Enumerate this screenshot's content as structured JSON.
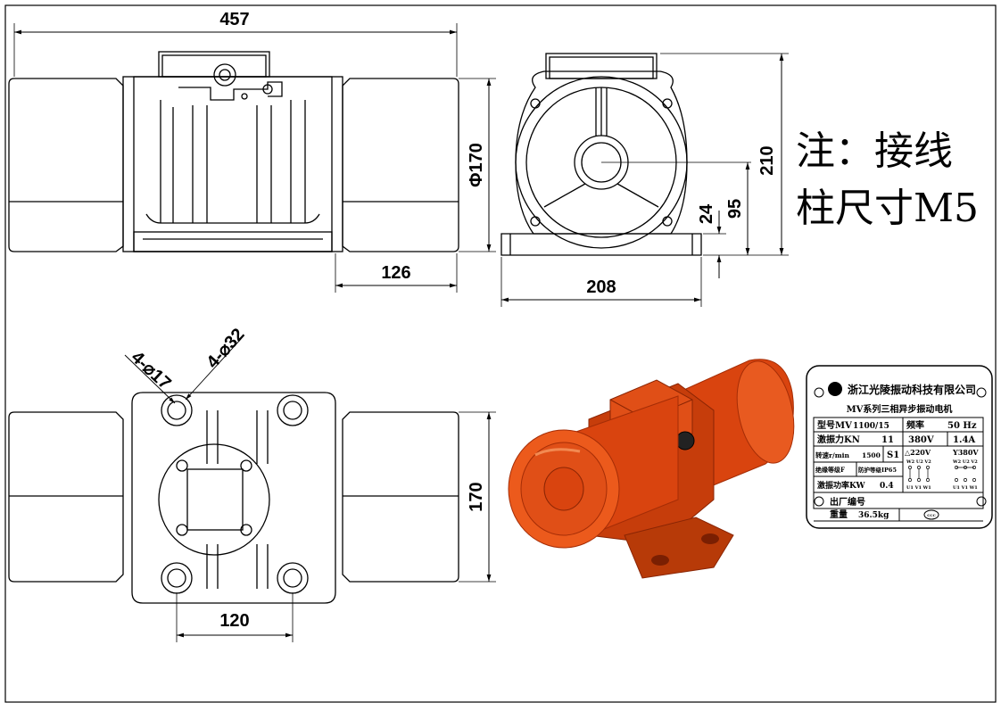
{
  "dimensions": {
    "overall_length": "457",
    "body_diameter": "Φ170",
    "end_to_mount": "126",
    "height": "210",
    "base_width": "208",
    "center_height": "95",
    "base_thickness": "24",
    "hole_small": "4-⌀17",
    "hole_large": "4-⌀32",
    "foot_spacing": "120",
    "foot_width": "170"
  },
  "note": {
    "line1": "注：接线",
    "line2": "柱尺寸M5"
  },
  "nameplate": {
    "company": "浙江光陵振动科技有限公司",
    "title": "MV系列三相异步振动电机",
    "model_label": "型号MV",
    "model_value": "1100/15",
    "freq_label": "频率",
    "freq_value": "50 Hz",
    "force_label": "激振力KN",
    "force_value": "11",
    "voltage_value": "380V",
    "current_value": "1.4A",
    "speed_label": "转速r/min",
    "speed_value": "1500",
    "duty": "S1",
    "delta_label": "△220V",
    "star_label": "Y380V",
    "insulation": "绝缘等级F",
    "protection": "防护等级IP65",
    "power_label": "激振功率KW",
    "power_value": "0.4",
    "terminals_top": "W2 U2 V2",
    "terminals_bottom": "U1 V1 W1",
    "serial_label": "出厂编号",
    "weight_label": "重量",
    "weight_value": "36.5kg",
    "cert_mark": "CCC"
  },
  "colors": {
    "line": "#000000",
    "motor_red": "#d9440f",
    "motor_dark": "#a52d06",
    "motor_light": "#f06a2e"
  }
}
